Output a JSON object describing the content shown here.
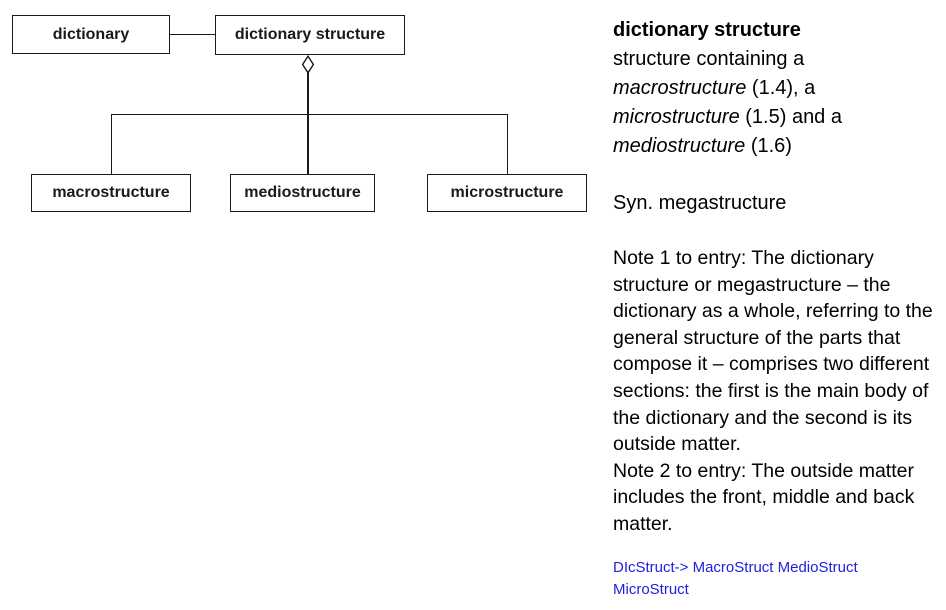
{
  "diagram": {
    "nodes": [
      {
        "id": "dictionary",
        "label": "dictionary"
      },
      {
        "id": "dictionary-structure",
        "label": "dictionary structure"
      },
      {
        "id": "macrostructure",
        "label": "macrostructure"
      },
      {
        "id": "mediostructure",
        "label": "mediostructure"
      },
      {
        "id": "microstructure",
        "label": "microstructure"
      }
    ],
    "edges": [
      {
        "from": "dictionary",
        "to": "dictionary structure",
        "type": "association"
      },
      {
        "from": "dictionary structure",
        "to": "macrostructure",
        "type": "aggregation"
      },
      {
        "from": "dictionary structure",
        "to": "mediostructure",
        "type": "aggregation"
      },
      {
        "from": "dictionary structure",
        "to": "microstructure",
        "type": "aggregation"
      }
    ],
    "aggregation_icon": "hollow-diamond",
    "stroke_color": "#1a1a1a"
  },
  "panel": {
    "heading": "dictionary structure",
    "definition_lines": [
      [
        {
          "t": "structure containing a"
        }
      ],
      [
        {
          "t": "macrostructure",
          "i": true
        },
        {
          "t": " (1.4), a"
        }
      ],
      [
        {
          "t": "microstructure",
          "i": true
        },
        {
          "t": " (1.5) and a"
        }
      ],
      [
        {
          "t": "mediostructure",
          "i": true
        },
        {
          "t": " (1.6)"
        }
      ]
    ],
    "synonym_line": "Syn. megastructure",
    "note_lines": [
      "Note 1 to entry: The dictionary",
      "structure or megastructure – the",
      "dictionary as a whole, referring to the",
      "general structure of the parts that",
      "compose it – comprises two different",
      "sections: the first is the main body of",
      "the dictionary and the second is its",
      "outside matter.",
      "Note 2 to entry: The outside matter",
      "includes the front, middle and back",
      "matter."
    ],
    "link_lines": [
      "DIcStruct-> MacroStruct MedioStruct",
      "MicroStruct"
    ],
    "link_color": "#2020dd",
    "text_color": "#000000"
  }
}
